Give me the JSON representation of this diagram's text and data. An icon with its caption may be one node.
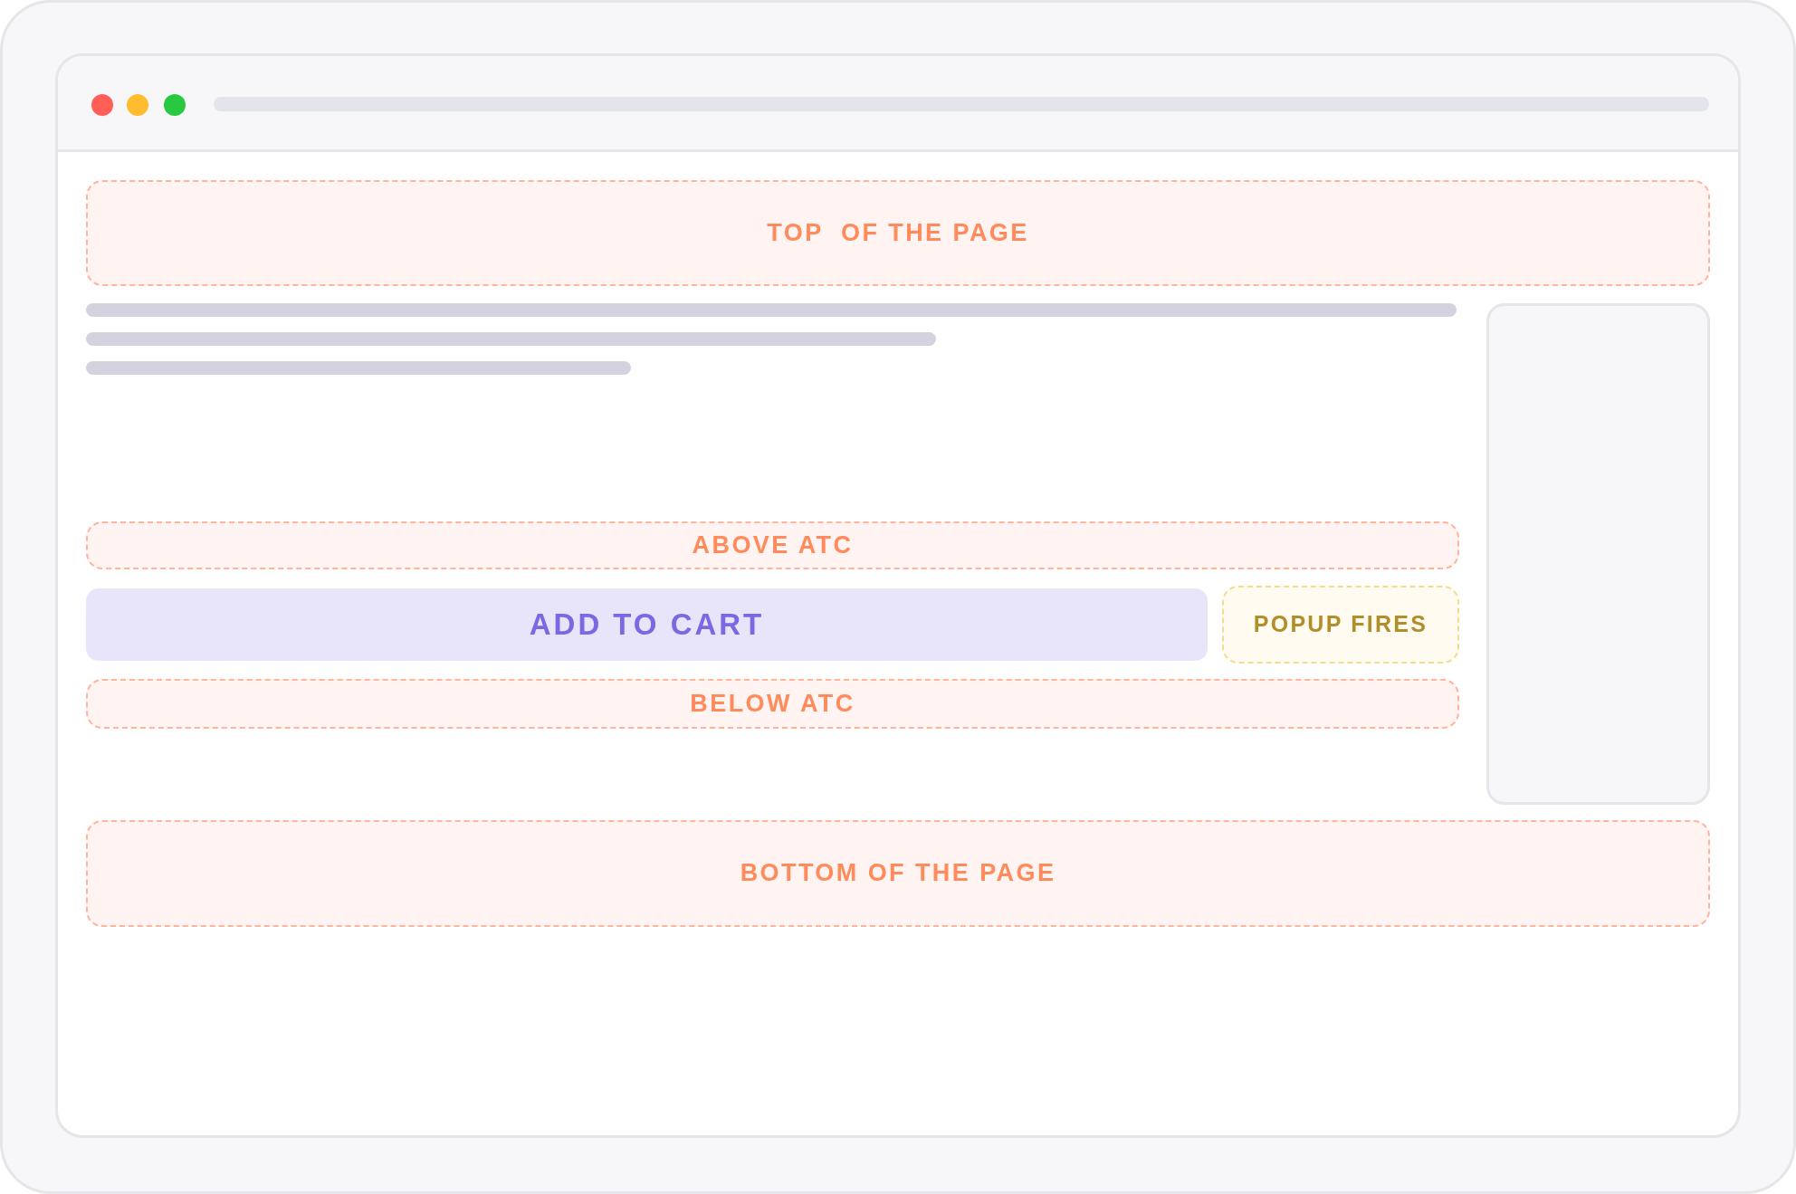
{
  "diagram": {
    "nodes": [
      {
        "text": [
          "TOP  OF THE PAGE"
        ]
      },
      {
        "text": [
          "ABOVE ATC"
        ]
      },
      {
        "text": [
          "ADD TO CART"
        ]
      },
      {
        "text": [
          "POPUP FIRES"
        ]
      },
      {
        "text": [
          "BELOW ATC"
        ]
      },
      {
        "text": [
          "BOTTOM OF THE PAGE"
        ]
      }
    ]
  }
}
